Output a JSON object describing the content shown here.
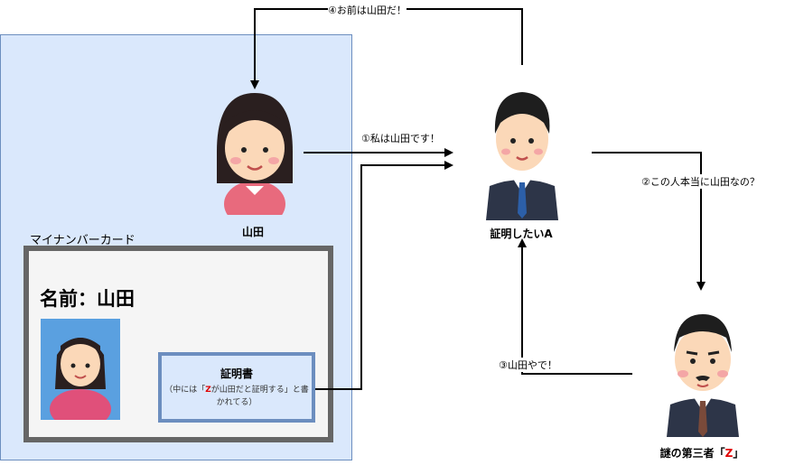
{
  "region": {
    "card_caption": "マイナンバーカード"
  },
  "card": {
    "name_text": "名前：山田",
    "certificate": {
      "title": "証明書",
      "body_prefix": "（中には「",
      "body_z": "Z",
      "body_suffix": "が山田だと証明する」と書かれてる）"
    }
  },
  "people": {
    "yamada": {
      "label": "山田"
    },
    "a": {
      "label": "証明したいA"
    },
    "third_party": {
      "label_prefix": "謎の第三者「",
      "label_z": "Z",
      "label_suffix": "」"
    }
  },
  "edges": {
    "e1": "①私は山田です！",
    "e2": "②この人本当に山田なの？",
    "e3": "③山田やで！",
    "e4": "④お前は山田だ！"
  },
  "colors": {
    "region_fill": "#dae8fc",
    "region_stroke": "#6c8ebf",
    "card_fill": "#f5f5f5",
    "card_stroke": "#666666",
    "highlight_red": "#e00000"
  }
}
